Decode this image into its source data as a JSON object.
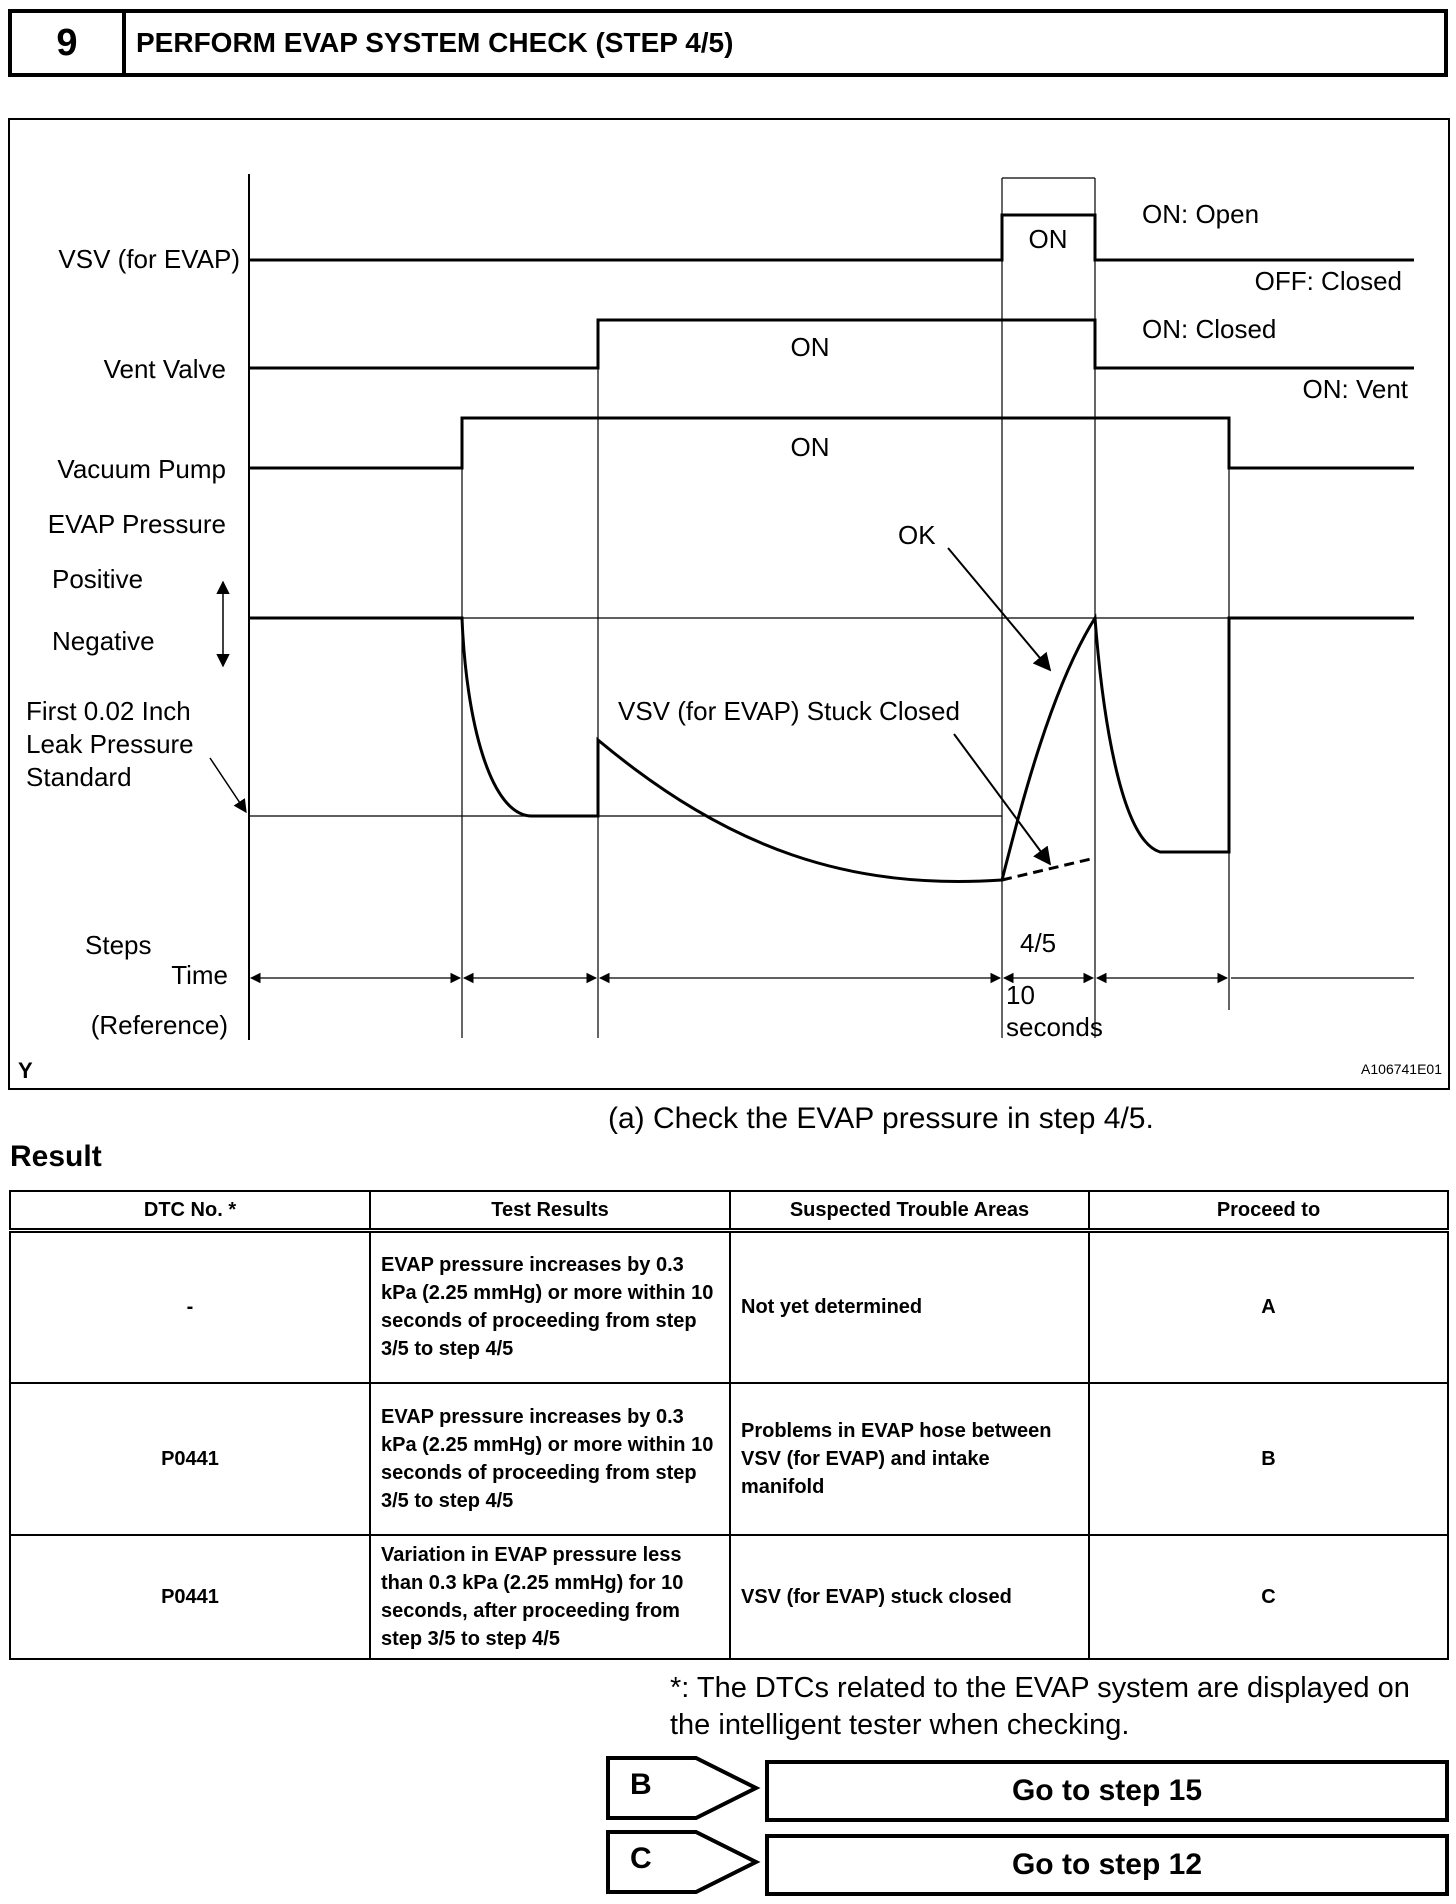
{
  "step": {
    "number": "9",
    "title": "PERFORM EVAP SYSTEM CHECK (STEP 4/5)"
  },
  "diagram": {
    "signals": {
      "vsv": "VSV (for EVAP)",
      "vent_valve": "Vent Valve",
      "vacuum_pump": "Vacuum Pump",
      "evap_pressure": "EVAP Pressure",
      "positive": "Positive",
      "negative": "Negative",
      "leak_std_line1": "First 0.02 Inch",
      "leak_std_line2": "Leak Pressure",
      "leak_std_line3": "Standard",
      "steps": "Steps",
      "time": "Time",
      "reference": "(Reference)"
    },
    "states": {
      "vsv_on": "ON",
      "vent_on": "ON",
      "pump_on": "ON",
      "vsv_on_open": "ON: Open",
      "vsv_off_closed": "OFF: Closed",
      "vent_on_closed": "ON: Closed",
      "vent_on_vent": "ON: Vent"
    },
    "annotations": {
      "ok": "OK",
      "stuck_closed": "VSV (for EVAP) Stuck Closed",
      "step_label": "4/5",
      "duration_value": "10",
      "duration_unit": "seconds"
    },
    "corner_left": "Y",
    "figure_id": "A106741E01"
  },
  "instruction": "(a)   Check the EVAP pressure in step 4/5.",
  "result_label": "Result",
  "table": {
    "headers": [
      "DTC No. *",
      "Test Results",
      "Suspected Trouble Areas",
      "Proceed to"
    ],
    "rows": [
      {
        "dtc": "-",
        "result": "EVAP pressure increases by 0.3 kPa (2.25 mmHg) or more within 10 seconds of proceeding from step 3/5 to step 4/5",
        "area": "Not yet determined",
        "proceed": "A"
      },
      {
        "dtc": "P0441",
        "result": "EVAP pressure increases by 0.3 kPa (2.25 mmHg) or more within 10 seconds of proceeding from step 3/5 to step 4/5",
        "area": "Problems in EVAP hose between VSV (for EVAP) and intake manifold",
        "proceed": "B"
      },
      {
        "dtc": "P0441",
        "result": "Variation in EVAP pressure less than 0.3 kPa (2.25 mmHg) for 10 seconds, after proceeding from step 3/5 to step 4/5",
        "area": "VSV (for EVAP) stuck closed",
        "proceed": "C"
      }
    ]
  },
  "footnote": "*: The DTCs related to the EVAP system are displayed on the intelligent tester when checking.",
  "branches": [
    {
      "letter": "B",
      "action": "Go to step 15"
    },
    {
      "letter": "C",
      "action": "Go to step 12"
    }
  ]
}
